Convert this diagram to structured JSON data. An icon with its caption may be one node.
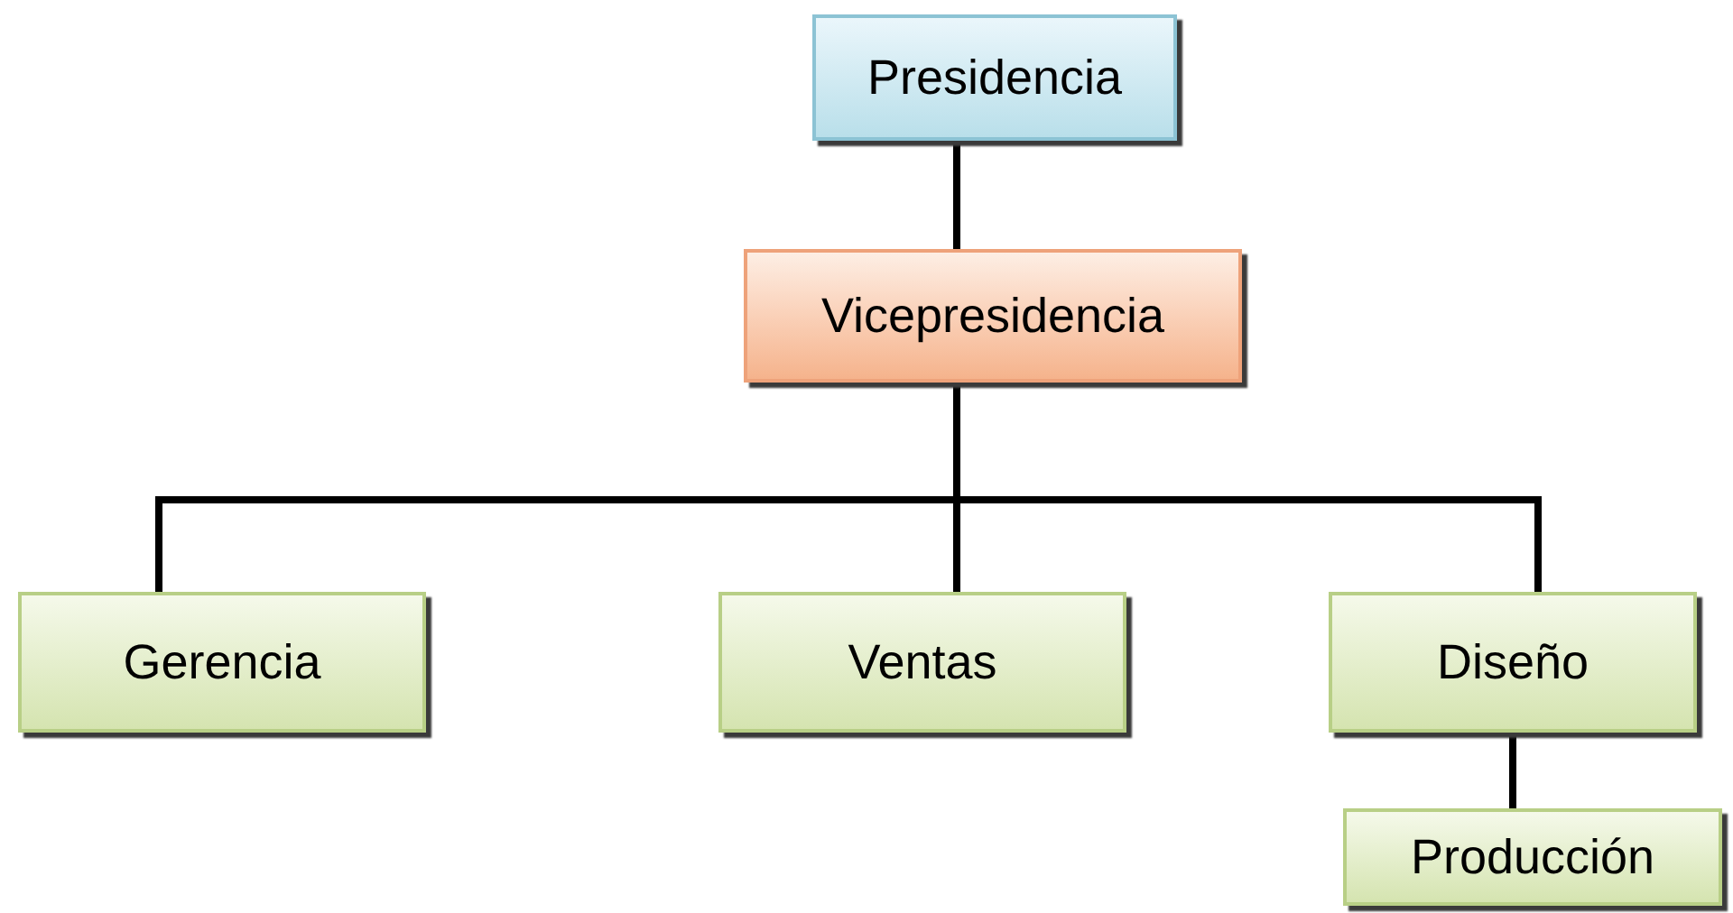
{
  "diagram": {
    "nodes": [
      {
        "text": [
          "Presidencia"
        ]
      },
      {
        "text": [
          "Vicepresidencia"
        ]
      },
      {
        "text": [
          "Gerencia"
        ]
      },
      {
        "text": [
          "Ventas"
        ]
      },
      {
        "text": [
          "Diseño"
        ]
      },
      {
        "text": [
          "Producción"
        ]
      }
    ],
    "edges": [
      {
        "from": 0,
        "to": 1,
        "arrow": "none"
      },
      {
        "from": 1,
        "to": 2,
        "arrow": "none"
      },
      {
        "from": 1,
        "to": 3,
        "arrow": "none"
      },
      {
        "from": 1,
        "to": 4,
        "arrow": "none"
      },
      {
        "from": 4,
        "to": 5,
        "arrow": "none"
      }
    ]
  }
}
